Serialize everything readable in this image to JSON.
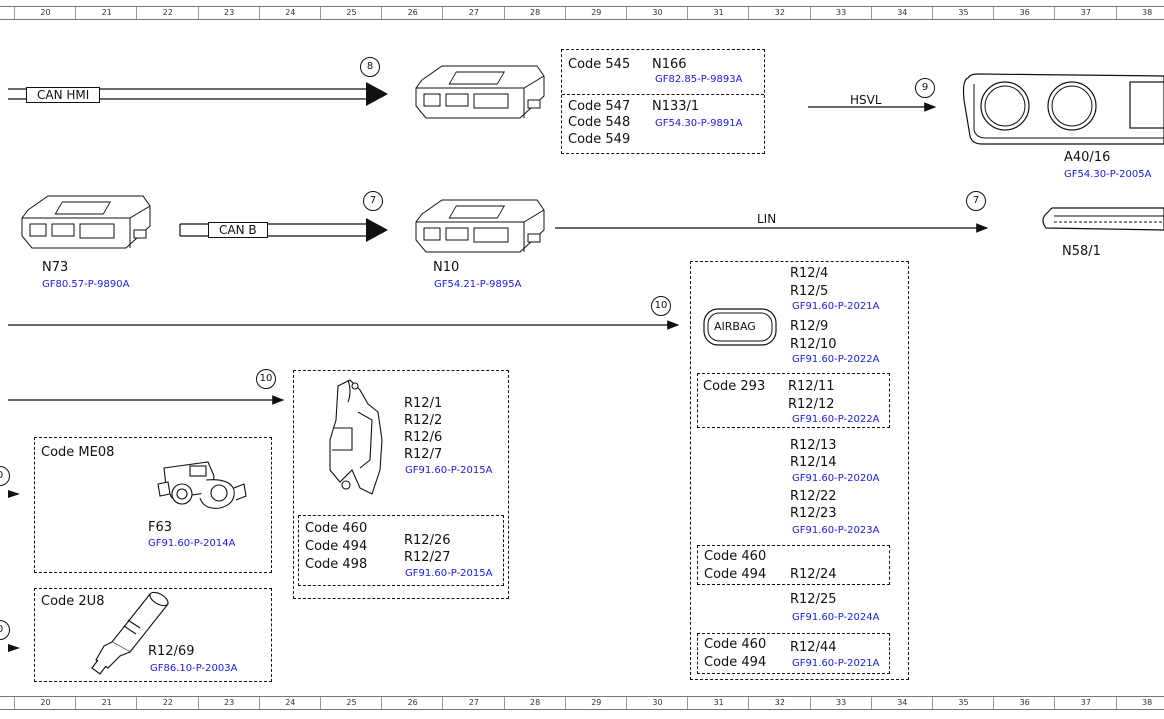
{
  "ruler": {
    "columns": [
      "20",
      "21",
      "22",
      "23",
      "24",
      "25",
      "26",
      "27",
      "28",
      "29",
      "30",
      "31",
      "32",
      "33",
      "34",
      "35",
      "36",
      "37",
      "38"
    ]
  },
  "buses": {
    "can_hmi": "CAN HMI",
    "can_b": "CAN B",
    "hsvl": "HSVL",
    "lin": "LIN"
  },
  "markers": {
    "m8": "8",
    "m7a": "7",
    "m9": "9",
    "m7b": "7",
    "m10a": "10",
    "m10b": "10",
    "m10c_partial": "0",
    "m10d_partial": "0"
  },
  "components": {
    "n73": {
      "name": "N73",
      "ref": "GF80.57-P-9890A"
    },
    "n10": {
      "name": "N10",
      "ref": "GF54.21-P-9895A"
    },
    "a40": {
      "name": "A40/16",
      "ref": "GF54.30-P-2005A"
    },
    "n58": {
      "name": "N58/1"
    },
    "box_n166": {
      "code": "Code 545",
      "name": "N166",
      "ref": "GF82.85-P-9893A"
    },
    "box_n133": {
      "codes": [
        "Code 547",
        "Code 548",
        "Code 549"
      ],
      "name": "N133/1",
      "ref": "GF54.30-P-9891A"
    },
    "airbag_icon": "AIRBAG",
    "box_r12_1": {
      "items": [
        "R12/1",
        "R12/2",
        "R12/6",
        "R12/7"
      ],
      "ref": "GF91.60-P-2015A"
    },
    "box_r12_26": {
      "codes": [
        "Code 460",
        "Code 494",
        "Code 498"
      ],
      "items": [
        "R12/26",
        "R12/27"
      ],
      "ref": "GF91.60-P-2015A"
    },
    "box_me08": {
      "code": "Code ME08",
      "name": "F63",
      "ref": "GF91.60-P-2014A"
    },
    "box_2u8": {
      "code": "Code 2U8",
      "name": "R12/69",
      "ref": "GF86.10-P-2003A"
    },
    "right": {
      "g1": {
        "items": [
          "R12/4",
          "R12/5"
        ],
        "ref": "GF91.60-P-2021A"
      },
      "g2": {
        "items": [
          "R12/9",
          "R12/10"
        ],
        "ref": "GF91.60-P-2022A"
      },
      "g3": {
        "code": "Code 293",
        "items": [
          "R12/11",
          "R12/12"
        ],
        "ref": "GF91.60-P-2022A"
      },
      "g4": {
        "items": [
          "R12/13",
          "R12/14"
        ],
        "ref": "GF91.60-P-2020A"
      },
      "g5": {
        "items": [
          "R12/22",
          "R12/23"
        ],
        "ref": "GF91.60-P-2023A"
      },
      "g6": {
        "codes": [
          "Code 460",
          "Code 494"
        ],
        "item": "R12/24"
      },
      "g7": {
        "item": "R12/25",
        "ref": "GF91.60-P-2024A"
      },
      "g8": {
        "codes": [
          "Code 460",
          "Code 494"
        ],
        "item": "R12/44",
        "ref": "GF91.60-P-2021A"
      }
    }
  }
}
